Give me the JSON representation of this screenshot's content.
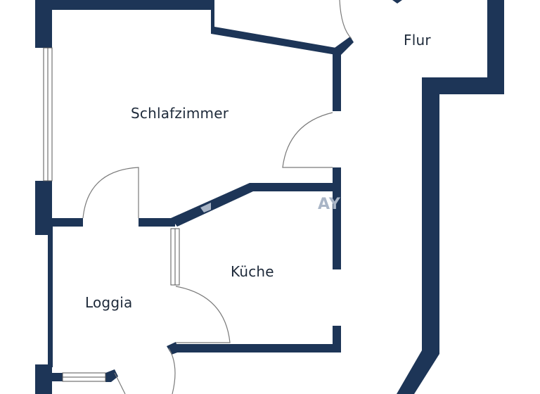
{
  "floor_plan": {
    "colors": {
      "wall": "#1d3557",
      "background": "#ffffff",
      "label": "#1e2a3a",
      "door_arc": "#7a7a7a",
      "watermark": "#a9b5c6"
    },
    "rooms": [
      {
        "id": "schlafzimmer",
        "label": "Schlafzimmer"
      },
      {
        "id": "flur",
        "label": "Flur"
      },
      {
        "id": "kueche",
        "label": "Küche"
      },
      {
        "id": "loggia",
        "label": "Loggia"
      }
    ],
    "watermark": {
      "text": "AY"
    }
  }
}
